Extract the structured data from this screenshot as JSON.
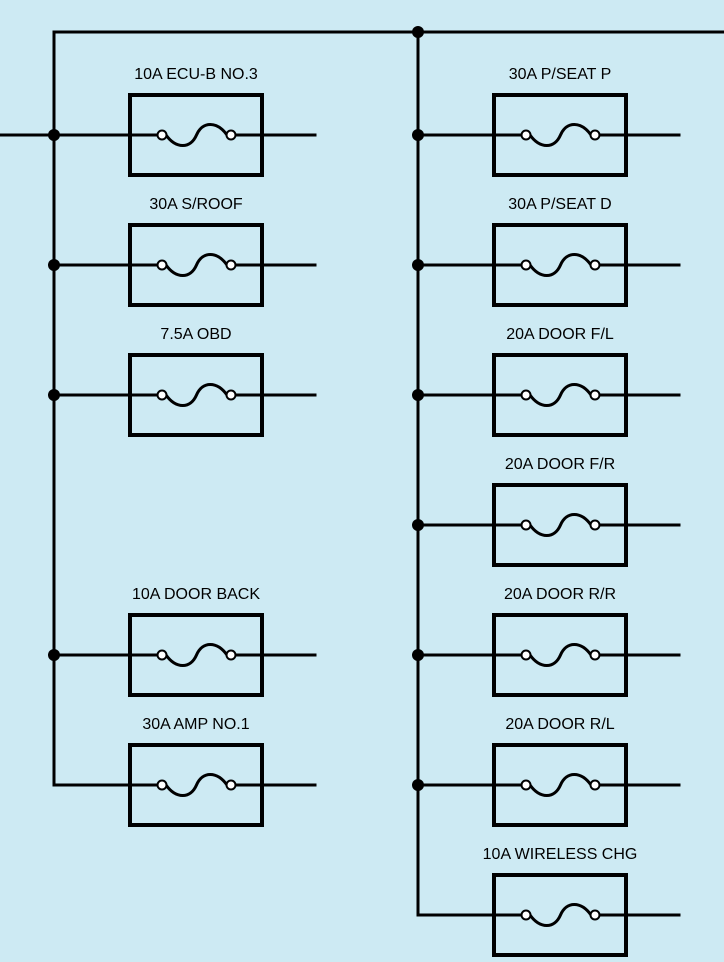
{
  "diagram": {
    "background_color": "#cdeaf3",
    "line_color": "#000000",
    "left_column": {
      "fuses": [
        {
          "label": "10A ECU-B NO.3"
        },
        {
          "label": "30A S/ROOF"
        },
        {
          "label": "7.5A OBD"
        },
        {
          "label": "10A DOOR BACK"
        },
        {
          "label": "30A AMP NO.1"
        }
      ]
    },
    "right_column": {
      "fuses": [
        {
          "label": "30A P/SEAT P"
        },
        {
          "label": "30A P/SEAT D"
        },
        {
          "label": "20A DOOR F/L"
        },
        {
          "label": "20A DOOR F/R"
        },
        {
          "label": "20A DOOR R/R"
        },
        {
          "label": "20A DOOR R/L"
        },
        {
          "label": "10A WIRELESS CHG"
        }
      ]
    }
  }
}
